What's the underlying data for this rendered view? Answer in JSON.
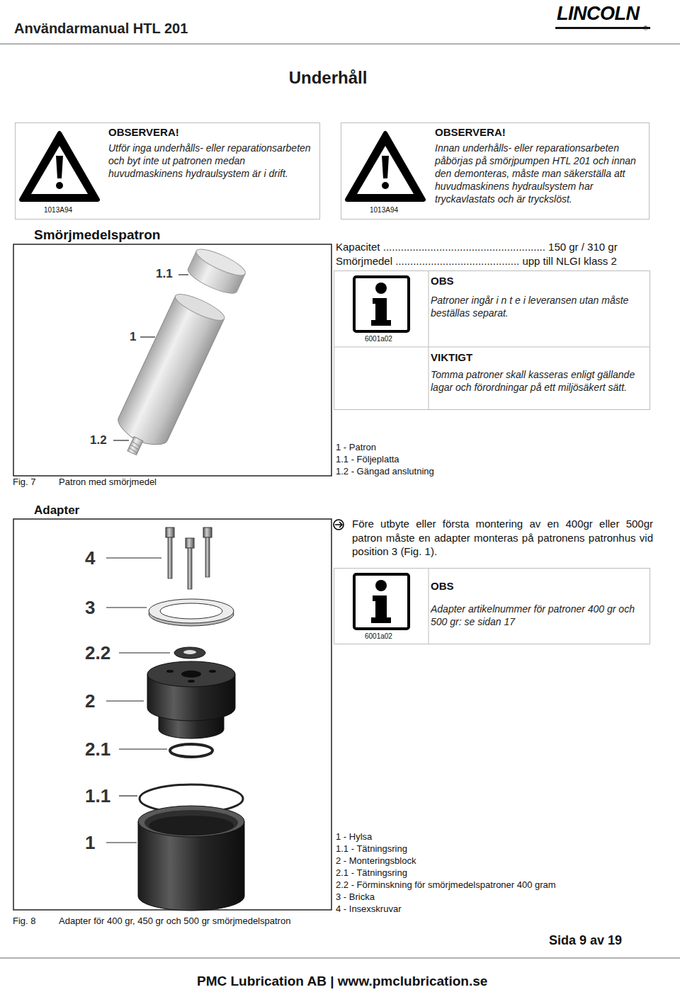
{
  "diagram": {
    "title": "Underhåll",
    "nodes": [
      {
        "text": [
          "OBSERVERA!",
          "Utför inga underhålls- eller reparationsarbeten och byt inte ut patronen medan huvudmaskinens hydraulsystem är i drift.",
          "1013A94"
        ]
      },
      {
        "text": [
          "OBSERVERA!",
          "Innan underhålls- eller reparationsarbeten påbörjas på smörjpumpen HTL 201 och innan den demonteras, måste man säkerställa att huvudmaskinens hydraulsystem har tryckavlastats och är tryckslöst.",
          "1013A94"
        ]
      },
      {
        "text": [
          "6001a02",
          "OBS",
          "Patroner ingår i n t e i leveransen utan måste beställas separat.",
          "VIKTIGT",
          "Tomma patroner skall kasseras enligt gällande lagar och förordningar på ett miljösäkert sätt."
        ]
      },
      {
        "text": [
          "6001a02",
          "OBS",
          "Adapter artikelnummer för patroner 400 gr och 500 gr: se sidan 17"
        ]
      }
    ],
    "labels": [
      "Användarmanual HTL 201",
      "LINCOLN",
      "®",
      "Smörjmedelspatron",
      "1.1",
      "1",
      "1.2",
      "Fig. 7",
      "Patron med smörjmedel",
      "Kapacitet ....................................................... 150 gr / 310 gr",
      "Smörjmedel .......................................... upp till NLGI klass 2",
      "1 - Patron",
      "1.1 - Följeplatta",
      "1.2 - Gängad anslutning",
      "Adapter",
      "4",
      "3",
      "2.2",
      "2",
      "2.1",
      "1.1",
      "1",
      "Före utbyte eller första montering av en 400gr eller 500gr patron måste en adapter monteras på patronens patronhus vid position 3 (Fig. 1).",
      "1 - Hylsa",
      "1.1 - Tätningsring",
      "2 - Monteringsblock",
      "2.1 - Tätningsring",
      "2.2 - Förminskning för smörjmedelspatroner 400 gram",
      "3 - Bricka",
      "4 - Insexskruvar",
      "Fig. 8",
      "Adapter för 400 gr, 450 gr och 500 gr smörjmedelspatron",
      "Sida 9 av 19",
      "PMC Lubrication AB | www.pmclubrication.se"
    ]
  }
}
